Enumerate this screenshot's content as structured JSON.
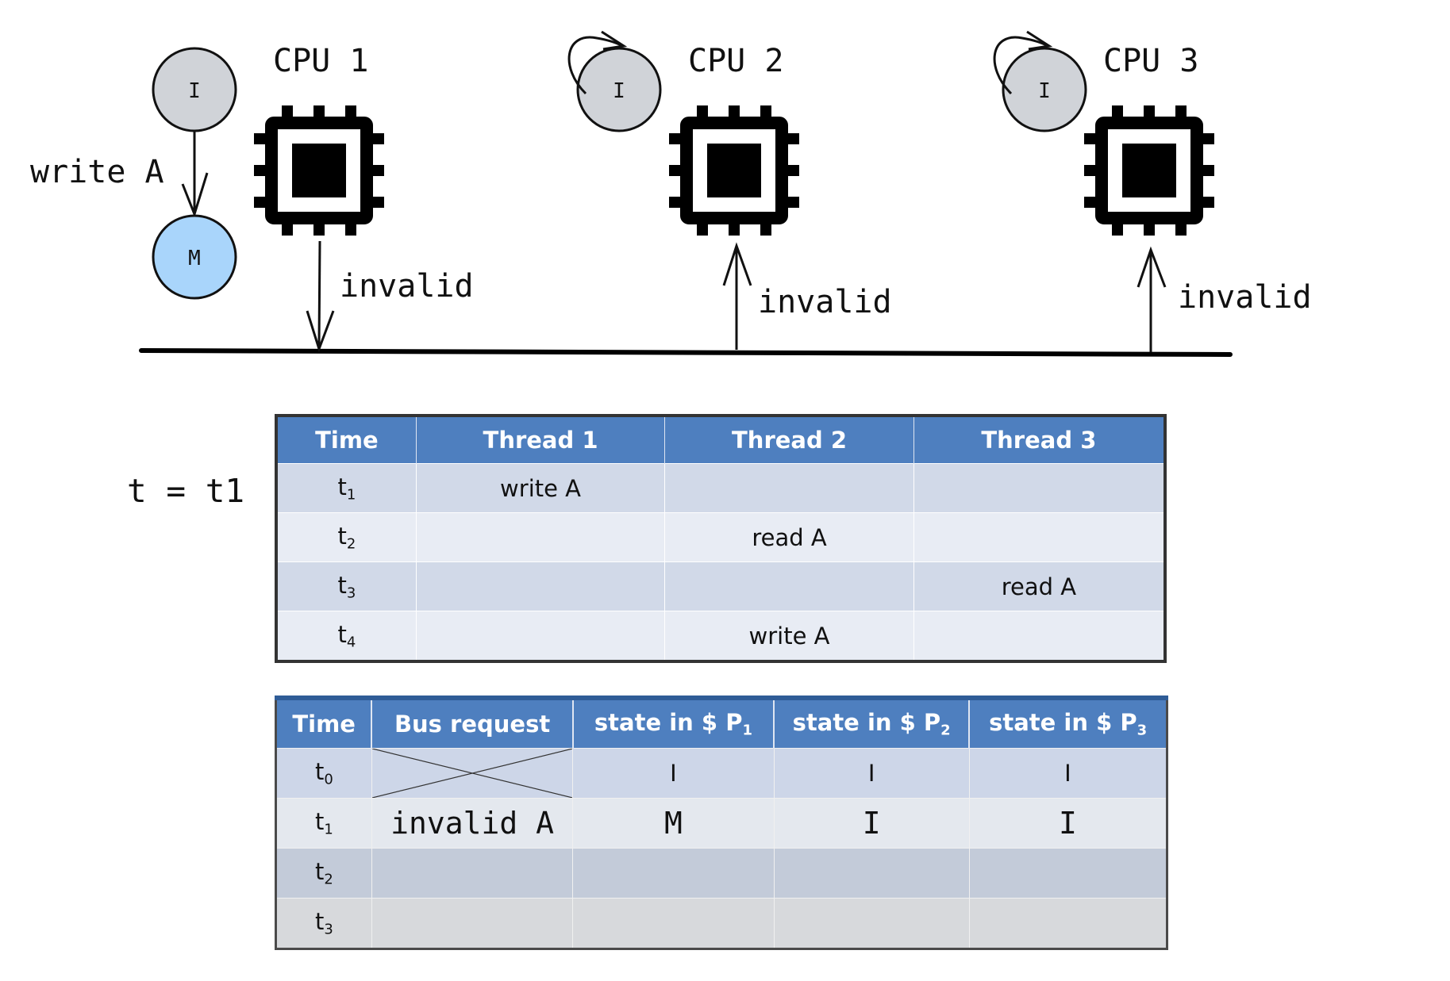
{
  "diagram": {
    "cpus": [
      {
        "label": "CPU 1",
        "state": "I",
        "new_state": "M",
        "action": "write A",
        "bus_signal": "invalid",
        "direction": "down"
      },
      {
        "label": "CPU 2",
        "state": "I",
        "bus_signal": "invalid",
        "direction": "up"
      },
      {
        "label": "CPU 3",
        "state": "I",
        "bus_signal": "invalid",
        "direction": "up"
      }
    ],
    "colors": {
      "state_I": "#d0d3d8",
      "state_M": "#a9d5fb",
      "header": "#4e7fbf"
    }
  },
  "time_label": "t = t1",
  "threads_table": {
    "headers": [
      "Time",
      "Thread 1",
      "Thread 2",
      "Thread 3"
    ],
    "rows": [
      {
        "time": "t",
        "sub": "1",
        "cells": [
          "write A",
          "",
          ""
        ]
      },
      {
        "time": "t",
        "sub": "2",
        "cells": [
          "",
          "read A",
          ""
        ]
      },
      {
        "time": "t",
        "sub": "3",
        "cells": [
          "",
          "",
          "read A"
        ]
      },
      {
        "time": "t",
        "sub": "4",
        "cells": [
          "",
          "write A",
          ""
        ]
      }
    ]
  },
  "bus_table": {
    "headers": [
      {
        "text": "Time",
        "sub": ""
      },
      {
        "text": "Bus request",
        "sub": ""
      },
      {
        "text": "state in $ P",
        "sub": "1"
      },
      {
        "text": "state in $ P",
        "sub": "2"
      },
      {
        "text": "state in $ P",
        "sub": "3"
      }
    ],
    "rows": [
      {
        "time": "t",
        "sub": "0",
        "bus": "",
        "p1": "I",
        "p2": "I",
        "p3": "I"
      },
      {
        "time": "t",
        "sub": "1",
        "bus": "invalid A",
        "p1": "M",
        "p2": "I",
        "p3": "I"
      },
      {
        "time": "t",
        "sub": "2",
        "bus": "",
        "p1": "",
        "p2": "",
        "p3": ""
      },
      {
        "time": "t",
        "sub": "3",
        "bus": "",
        "p1": "",
        "p2": "",
        "p3": ""
      }
    ]
  }
}
